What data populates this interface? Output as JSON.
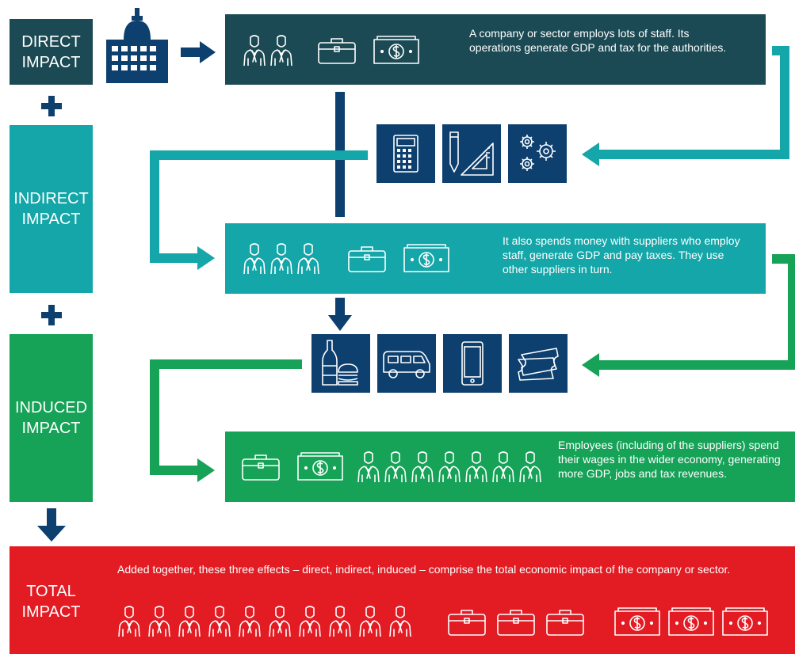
{
  "direct": {
    "label_line1": "DIRECT",
    "label_line2": "IMPACT",
    "description": "A company or sector employs lots of staff. Its operations generate GDP and tax for the authorities."
  },
  "indirect": {
    "label_line1": "INDIRECT",
    "label_line2": "IMPACT",
    "description": "It also spends money with suppliers who employ staff, generate GDP and pay taxes. They use other suppliers in turn."
  },
  "induced": {
    "label_line1": "INDUCED",
    "label_line2": "IMPACT",
    "description": "Employees (including of the suppliers) spend their wages in the wider economy, generating more GDP, jobs and tax revenues."
  },
  "total": {
    "label_line1": "TOTAL",
    "label_line2": "IMPACT",
    "description": "Added together, these three effects – direct, indirect, induced – comprise the total economic impact of the company or sector."
  },
  "operators": {
    "plus": "+"
  },
  "colors": {
    "direct": "#1b4a54",
    "indirect": "#14a6a8",
    "induced": "#16a257",
    "total": "#e31b23",
    "navy": "#0d3f6f"
  },
  "icons": {
    "direct_row": [
      "person-icon",
      "person-icon",
      "briefcase-icon",
      "banknote-icon"
    ],
    "supplier_tiles": [
      "calculator-icon",
      "pencil-ruler-icon",
      "gears-icon"
    ],
    "indirect_row": [
      "person-icon",
      "person-icon",
      "person-icon",
      "briefcase-icon",
      "banknote-icon"
    ],
    "consumer_tiles": [
      "bottle-burger-icon",
      "van-icon",
      "smartphone-icon",
      "tickets-icon"
    ],
    "induced_row": [
      "briefcase-icon",
      "banknote-icon",
      "person-icon",
      "person-icon",
      "person-icon",
      "person-icon",
      "person-icon",
      "person-icon",
      "person-icon"
    ],
    "total_row": [
      "person-icon x10",
      "briefcase-icon x3",
      "banknote-icon x3"
    ],
    "building": "office-building-icon"
  }
}
